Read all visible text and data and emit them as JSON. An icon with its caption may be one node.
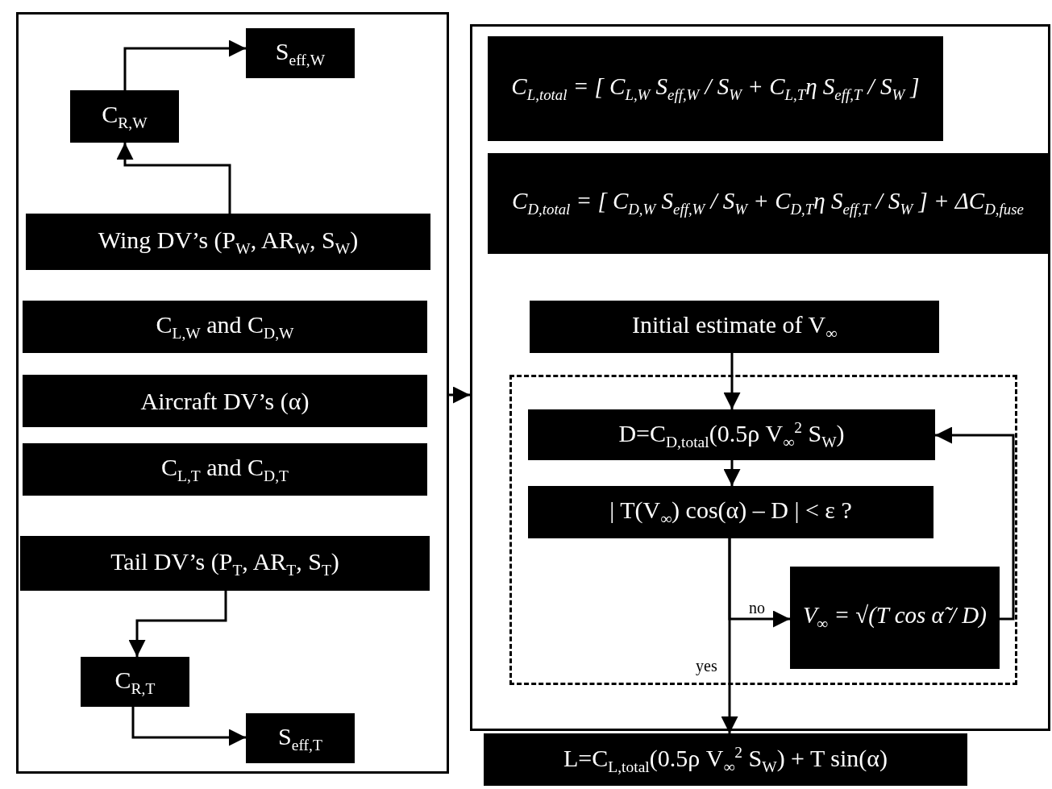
{
  "diagram": {
    "nodes": [
      {
        "text": [],
        "shape": "box"
      },
      {
        "text": [
          "S$_{eff,W}$"
        ],
        "in": 0
      },
      {
        "text": [
          "C$_{R,W}$"
        ],
        "in": 0
      },
      {
        "text": [
          "Wing DV’s (P$_{W}$, AR$_{W}$, S$_{W}$)"
        ],
        "in": 0
      },
      {
        "text": [
          "C$_{L,W}$ and C$_{D,W}$"
        ],
        "in": 0
      },
      {
        "text": [
          "Aircraft DV’s (α)"
        ],
        "in": 0
      },
      {
        "text": [
          "C$_{L,T}$ and C$_{D,T}$"
        ],
        "in": 0
      },
      {
        "text": [
          "Tail DV’s (P$_{T}$, AR$_{T}$, S$_{T}$)"
        ],
        "in": 0
      },
      {
        "text": [
          "C$_{R,T}$"
        ],
        "in": 0
      },
      {
        "text": [
          "S$_{eff,T}$"
        ],
        "in": 0
      },
      {
        "text": [],
        "shape": "box"
      },
      {
        "text": [
          "C$_{L,total}$ = [ C$_{L,W}$ S$_{eff,W}$ / S$_{W}$ + C$_{L,T}$η S$_{eff,T}$ / S$_{W}$ ]"
        ],
        "in": 10
      },
      {
        "text": [
          "C$_{D,total}$ = [ C$_{D,W}$ S$_{eff,W}$ / S$_{W}$ + C$_{D,T}$η S$_{eff,T}$ / S$_{W}$ ] + ΔC$_{D,fuse}$"
        ],
        "in": 10
      },
      {
        "text": [
          "Initial estimate of V$_{∞}$"
        ],
        "in": 10
      },
      {
        "text": [],
        "shape": "box",
        "in": 10
      },
      {
        "text": [
          "D=C$_{D,total}$(0.5ρ V$_{∞}$$^{2}$ S$_{W}$)"
        ],
        "in": 14
      },
      {
        "text": [
          "| T(V$_{∞}$) cos(α) – D | < ε ?"
        ],
        "in": 14
      },
      {
        "text": [
          "V$_{∞}$ = √(T cos α̃ / D)"
        ],
        "in": 14
      },
      {
        "text": [
          "L=C$_{L,total}$(0.5ρ V$_{∞}$$^{2}$ S$_{W}$) + T sin(α)"
        ]
      }
    ],
    "edges": [
      {
        "from": 3,
        "to": 2,
        "arrow": "to"
      },
      {
        "from": 2,
        "to": 1,
        "arrow": "to"
      },
      {
        "from": 7,
        "to": 8,
        "arrow": "to"
      },
      {
        "from": 8,
        "to": 9,
        "arrow": "to"
      },
      {
        "from": 0,
        "to": 10,
        "arrow": "to"
      },
      {
        "from": 13,
        "to": 15,
        "arrow": "to"
      },
      {
        "from": 15,
        "to": 16,
        "arrow": "to"
      },
      {
        "from": 16,
        "to": 17,
        "arrow": "to",
        "label": "no"
      },
      {
        "from": 17,
        "to": 15,
        "arrow": "to"
      },
      {
        "from": 16,
        "to": 18,
        "arrow": "to",
        "label": "yes"
      }
    ]
  }
}
